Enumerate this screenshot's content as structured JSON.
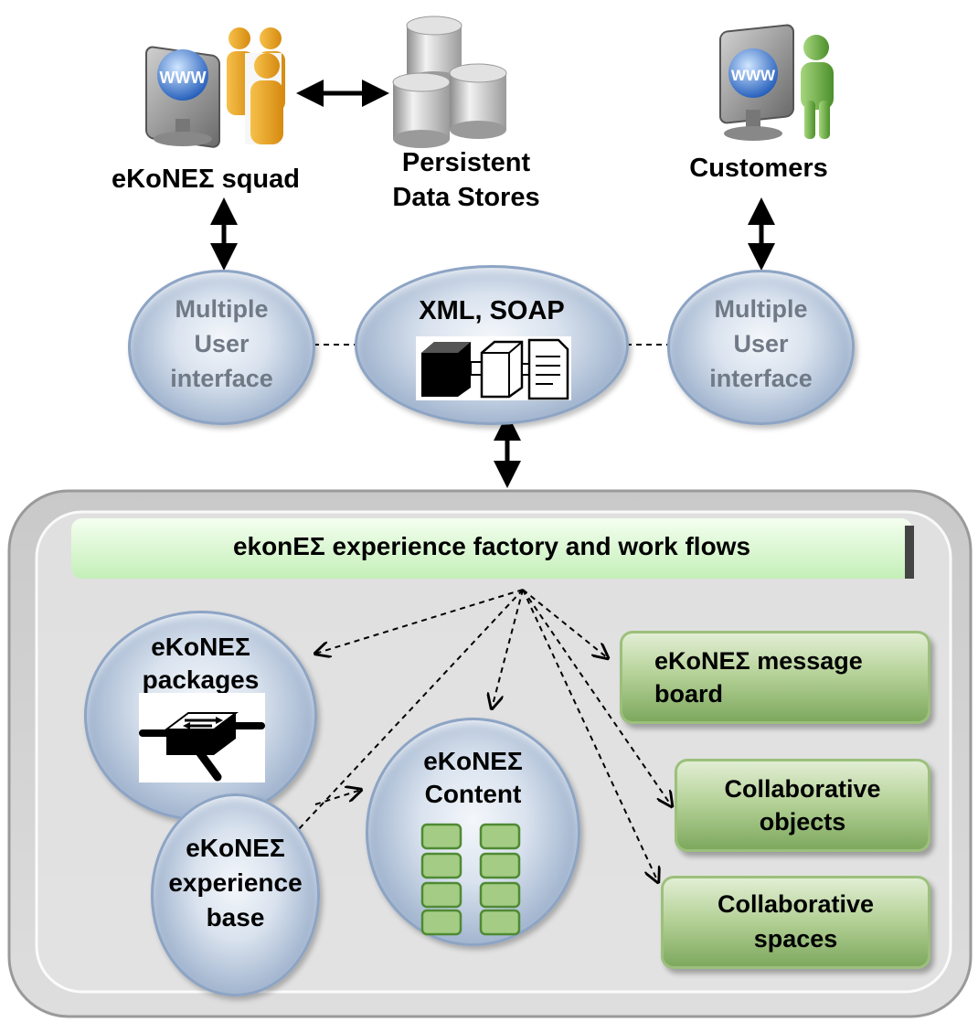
{
  "top": {
    "squad_label": "eKoNEΣ squad",
    "stores_label_line1": "Persistent",
    "stores_label_line2": "Data Stores",
    "customers_label": "Customers"
  },
  "interfaces": {
    "left": [
      "Multiple",
      "User",
      "interface"
    ],
    "center": "XML, SOAP",
    "right": [
      "Multiple",
      "User",
      "interface"
    ]
  },
  "platform": {
    "banner": "ekonEΣ experience factory and work flows",
    "packages": [
      "eKoNEΣ",
      "packages"
    ],
    "content": [
      "eKoNEΣ",
      "Content"
    ],
    "experience_base": [
      "eKoNEΣ",
      "experience",
      "base"
    ],
    "message_board": [
      "eKoNEΣ message",
      "board"
    ],
    "collab_objects": [
      "Collaborative",
      "objects"
    ],
    "collab_spaces": [
      "Collaborative",
      "spaces"
    ]
  },
  "colors": {
    "ellipse_border": "#8da4c4",
    "green_box": "#7aa65a",
    "banner_green": "#d8f5d0",
    "platform_gray": "#dcdcdc"
  }
}
